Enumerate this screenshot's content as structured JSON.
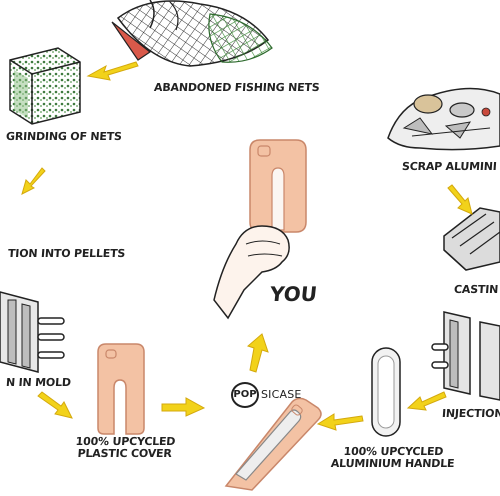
{
  "labels": {
    "nets": "ABANDONED FISHING NETS",
    "grinding": "GRINDING OF NETS",
    "pellets": "TION INTO PELLETS",
    "mold": "N IN MOLD",
    "plastic_cover": "100% UPCYCLED PLASTIC COVER",
    "scrap": "SCRAP ALUMINI",
    "casting": "CASTIN",
    "injection": "INJECTION",
    "handle": "100% UPCYCLED ALUMINIUM HANDLE",
    "you": "YOU"
  },
  "logo": {
    "circle_text": "POP",
    "rest_text": "SICASE"
  },
  "colors": {
    "arrow": "#f2d21a",
    "case": "#f3c2a4",
    "case_dark": "#e8a683",
    "net_green": "#3f8a3a",
    "net_red": "#c94a3c",
    "ink": "#222222"
  }
}
